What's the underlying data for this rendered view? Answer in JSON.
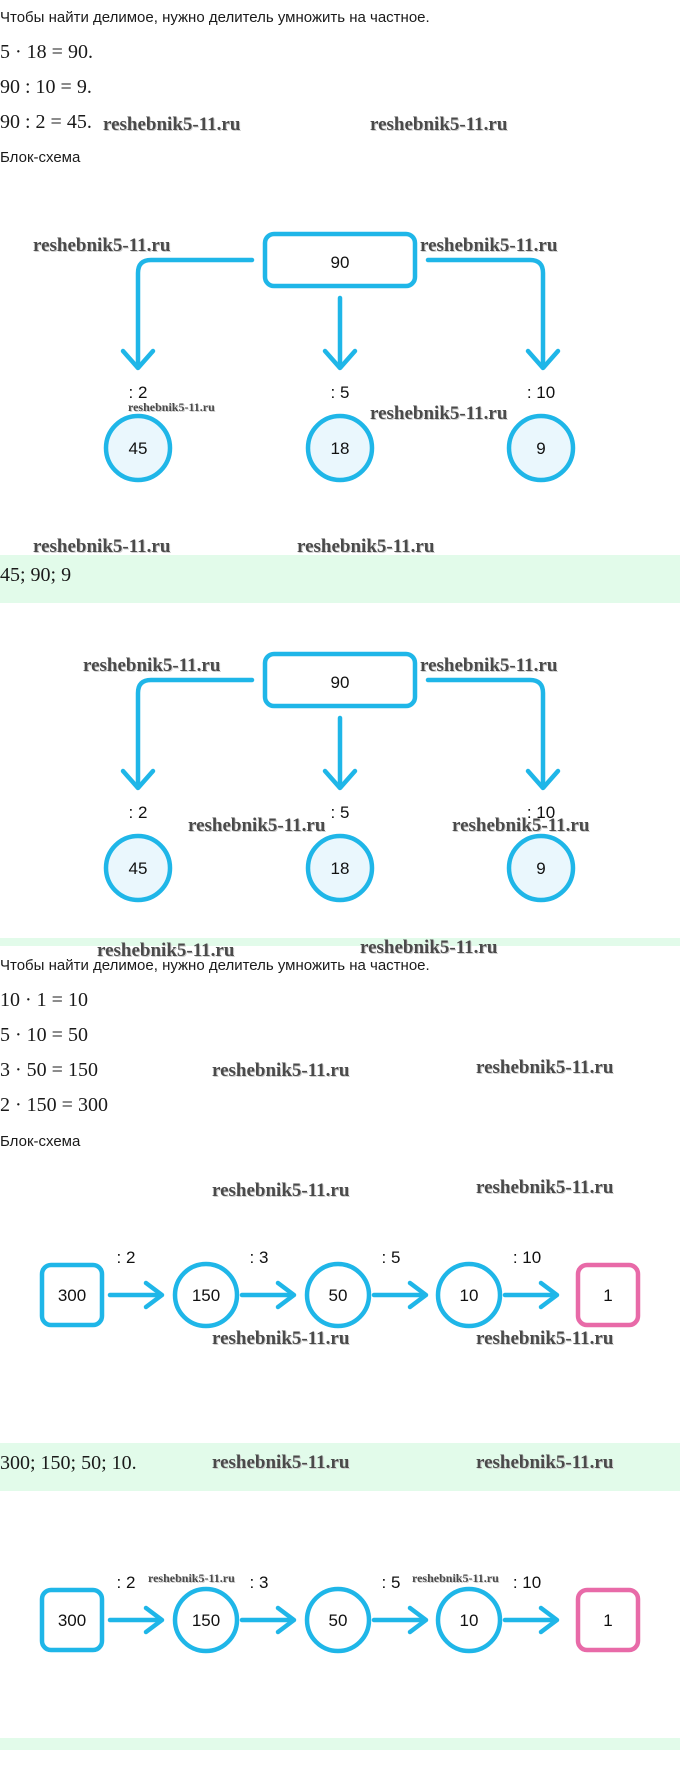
{
  "section1": {
    "rule": "Чтобы найти делимое, нужно делитель умножить на частное.",
    "eq1": "5 · 18 = 90.",
    "eq2": "90 : 10 = 9.",
    "eq3": "90 : 2 = 45.",
    "block_label": "Блок-схема"
  },
  "tree1": {
    "root": "90",
    "ops": [
      ": 2",
      ": 5",
      ": 10"
    ],
    "leaves": [
      "45",
      "18",
      "9"
    ]
  },
  "answer1": "45; 90; 9",
  "tree2": {
    "root": "90",
    "ops": [
      ": 2",
      ": 5",
      ": 10"
    ],
    "leaves": [
      "45",
      "18",
      "9"
    ]
  },
  "section2": {
    "rule": "Чтобы найти делимое, нужно делитель умножить на частное.",
    "eq1": "10 · 1 = 10",
    "eq2": "5 · 10 = 50",
    "eq3": "3 · 50 = 150",
    "eq4": "2 · 150 = 300",
    "block_label": "Блок-схема"
  },
  "chain1": {
    "start": "300",
    "nodes": [
      "150",
      "50",
      "10"
    ],
    "end": "1",
    "ops": [
      ": 2",
      ": 3",
      ": 5",
      ": 10"
    ]
  },
  "answer2": "300; 150; 50; 10.",
  "chain2": {
    "start": "300",
    "nodes": [
      "150",
      "50",
      "10"
    ],
    "end": "1",
    "ops": [
      ": 2",
      ": 3",
      ": 5",
      ": 10"
    ]
  },
  "watermark": "reshebnik5-11.ru",
  "colors": {
    "accent": "#1fb6e8",
    "node_fill": "#eaf7fd",
    "end_box": "#e86aa8",
    "band": "#e2fbea"
  }
}
